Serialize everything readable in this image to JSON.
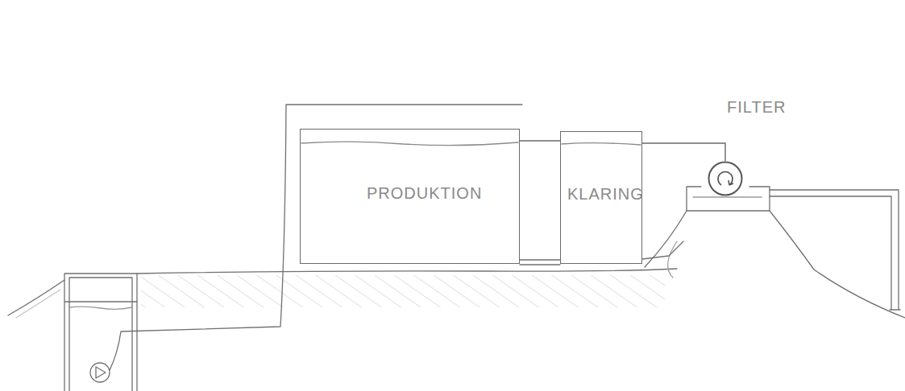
{
  "diagram": {
    "nodes": [
      {
        "text": [
          "PRODUKTION"
        ]
      },
      {
        "text": [
          "KLARING"
        ]
      },
      {
        "text": [
          "FILTER"
        ]
      }
    ],
    "edges": [
      {
        "from": 0,
        "to": 1,
        "arrow": "none"
      },
      {
        "from": 1,
        "to": 2,
        "arrow": "none"
      }
    ]
  }
}
